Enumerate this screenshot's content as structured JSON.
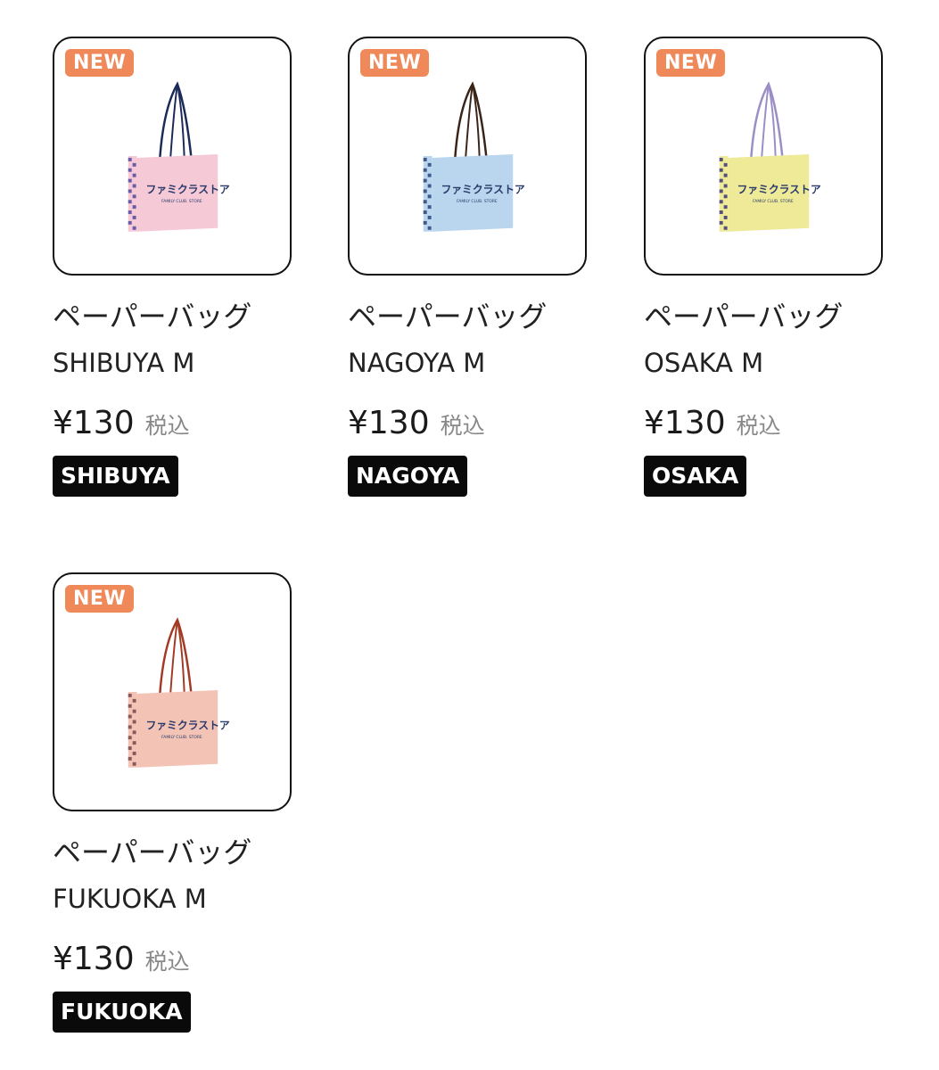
{
  "products": [
    {
      "badge": "NEW",
      "name_jp": "ペーパーバッグ",
      "name_en": "SHIBUYA M",
      "price": "¥130",
      "tax": "税込",
      "store": "SHIBUYA",
      "bag_color": "#f5c9d6",
      "pattern_color": "#6b5aa8",
      "handle_color": "#1c2a58"
    },
    {
      "badge": "NEW",
      "name_jp": "ペーパーバッグ",
      "name_en": "NAGOYA M",
      "price": "¥130",
      "tax": "税込",
      "store": "NAGOYA",
      "bag_color": "#b9d6ee",
      "pattern_color": "#3d5a8a",
      "handle_color": "#3a2418"
    },
    {
      "badge": "NEW",
      "name_jp": "ペーパーバッグ",
      "name_en": "OSAKA M",
      "price": "¥130",
      "tax": "税込",
      "store": "OSAKA",
      "bag_color": "#eeea98",
      "pattern_color": "#55507a",
      "handle_color": "#9a8ec4"
    },
    {
      "badge": "NEW",
      "name_jp": "ペーパーバッグ",
      "name_en": "FUKUOKA M",
      "price": "¥130",
      "tax": "税込",
      "store": "FUKUOKA",
      "bag_color": "#f3c4b6",
      "pattern_color": "#8a5a5a",
      "handle_color": "#a23a24"
    }
  ],
  "bag_print": {
    "logo": "ファミクラストア",
    "sub": "FAMILY CLUB. STORE"
  },
  "colors": {
    "badge": "#f0895a",
    "tag_bg": "#0a0a0a",
    "border": "#111111"
  }
}
